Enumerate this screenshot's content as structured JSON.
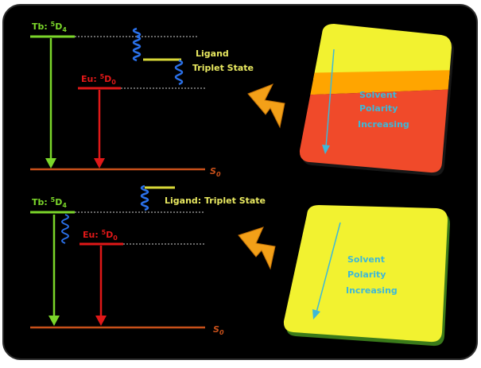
{
  "top_panel": {
    "tb_label": {
      "prefix": "Tb: ",
      "sup": "5",
      "state": "D",
      "sub": "4"
    },
    "eu_label": {
      "prefix": "Eu: ",
      "sup": "5",
      "state": "D",
      "sub": "0"
    },
    "ligand_line1": "Ligand",
    "ligand_line2": "Triplet State",
    "ground_label": {
      "state": "S",
      "sub": "0"
    }
  },
  "bottom_panel": {
    "tb_label": {
      "prefix": "Tb: ",
      "sup": "5",
      "state": "D",
      "sub": "4"
    },
    "eu_label": {
      "prefix": "Eu: ",
      "sup": "5",
      "state": "D",
      "sub": "0"
    },
    "ligand_text": "Ligand: Triplet State",
    "ground_label": {
      "state": "S",
      "sub": "0"
    }
  },
  "top_card": {
    "line1": "Solvent",
    "line2": "Polarity",
    "line3": "Increasing"
  },
  "bottom_card": {
    "line1": "Solvent",
    "line2": "Polarity",
    "line3": "Increasing"
  },
  "colors": {
    "background": "#000000",
    "tb_green": "#7bd62a",
    "eu_red": "#e01818",
    "ground_orange": "#c8501a",
    "ligand_yellow": "#d8d838",
    "coil_blue": "#2a70e8",
    "dotted_gray": "#8a8a8a",
    "lightning": "#f3a018",
    "card_yellow": "#f2f230",
    "card_orange": "#ffa500",
    "card_red": "#f04a2a",
    "card_text": "#3db8d8"
  }
}
